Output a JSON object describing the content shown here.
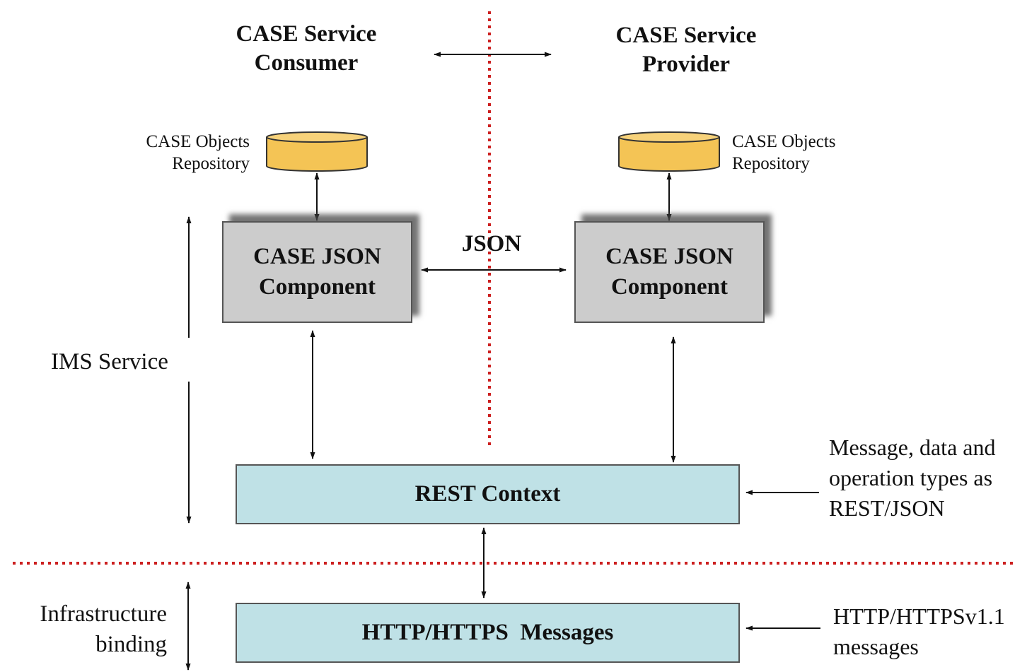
{
  "title_consumer": [
    "CASE Service",
    "Consumer"
  ],
  "title_provider": [
    "CASE Service",
    "Provider"
  ],
  "repo_left": [
    "CASE Objects",
    "Repository"
  ],
  "repo_right": [
    "CASE Objects",
    "Repository"
  ],
  "json_label": "JSON",
  "comp_left": [
    "CASE JSON",
    "Component"
  ],
  "comp_right": [
    "CASE JSON",
    "Component"
  ],
  "ims_service": "IMS Service",
  "rest_context": "REST Context",
  "rest_note": [
    "Message, data and",
    "operation types as",
    "REST/JSON"
  ],
  "infra_binding": [
    "Infrastructure",
    "binding"
  ],
  "http_messages": "HTTP/HTTPS  Messages",
  "http_note": [
    "HTTP/HTTPSv1.1",
    "messages"
  ],
  "colors": {
    "divider": "#cc1f1f",
    "repository_fill": "#f4c455",
    "component_fill": "#cccccc",
    "context_fill": "#bfe1e6"
  }
}
